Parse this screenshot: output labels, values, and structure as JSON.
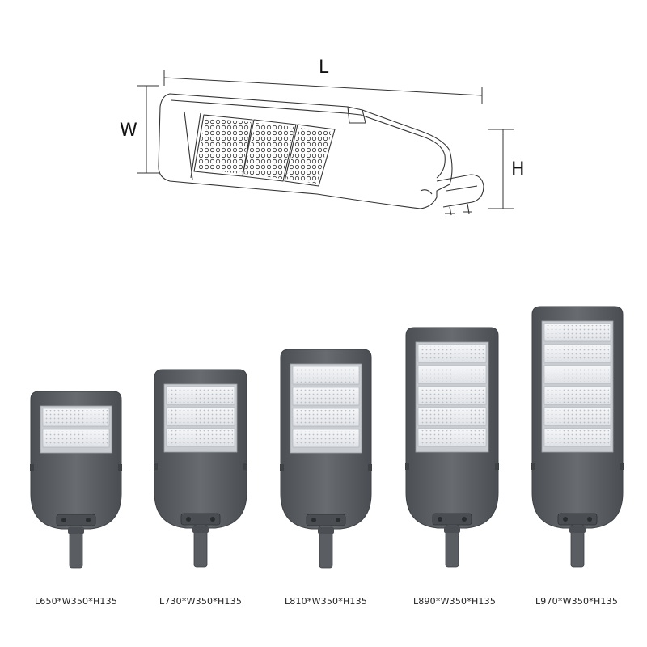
{
  "dimensions": {
    "length_label": "L",
    "width_label": "W",
    "height_label": "H"
  },
  "models": [
    {
      "label": "L650*W350*H135",
      "modules": 2
    },
    {
      "label": "L730*W350*H135",
      "modules": 3
    },
    {
      "label": "L810*W350*H135",
      "modules": 4
    },
    {
      "label": "L890*W350*H135",
      "modules": 5
    },
    {
      "label": "L970*W350*H135",
      "modules": 6
    }
  ],
  "colors": {
    "housing": "#5c6064",
    "housing_edge": "#3e4245",
    "module_frame": "#c9ccd0",
    "led_panel": "#eef0f3",
    "line_art": "#333333"
  }
}
